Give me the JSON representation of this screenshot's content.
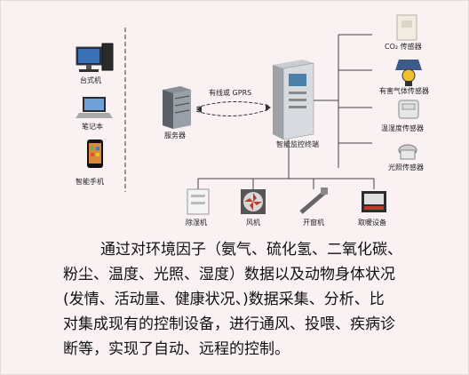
{
  "diagram": {
    "devices_left": {
      "desktop": "台式机",
      "laptop": "笔记本",
      "phone": "智能手机"
    },
    "server": "服务器",
    "link": "有线或 GPRS",
    "terminal": "智能监控终端",
    "sensors": {
      "co2": "CO₂ 传感器",
      "harmful_gas": "有害气体传感器",
      "temp_humidity": "温湿度传感器",
      "light": "光照传感器"
    },
    "actuators": {
      "dehumidifier": "除湿机",
      "fan": "风机",
      "window_opener": "开窗机",
      "feeder": "取暖设备"
    }
  },
  "paragraph": {
    "lines": [
      "通过对环境因子（氨气、硫化氢、二氧化碳、",
      "粉尘、温度、光照、湿度）数据以及动物身体状况",
      "(发情、活动量、健康状况、)数据采集、分析、比",
      "对集成现有的控制设备，进行通风、投喂、疾病诊",
      "断等，实现了自动、远程的控制。"
    ]
  }
}
